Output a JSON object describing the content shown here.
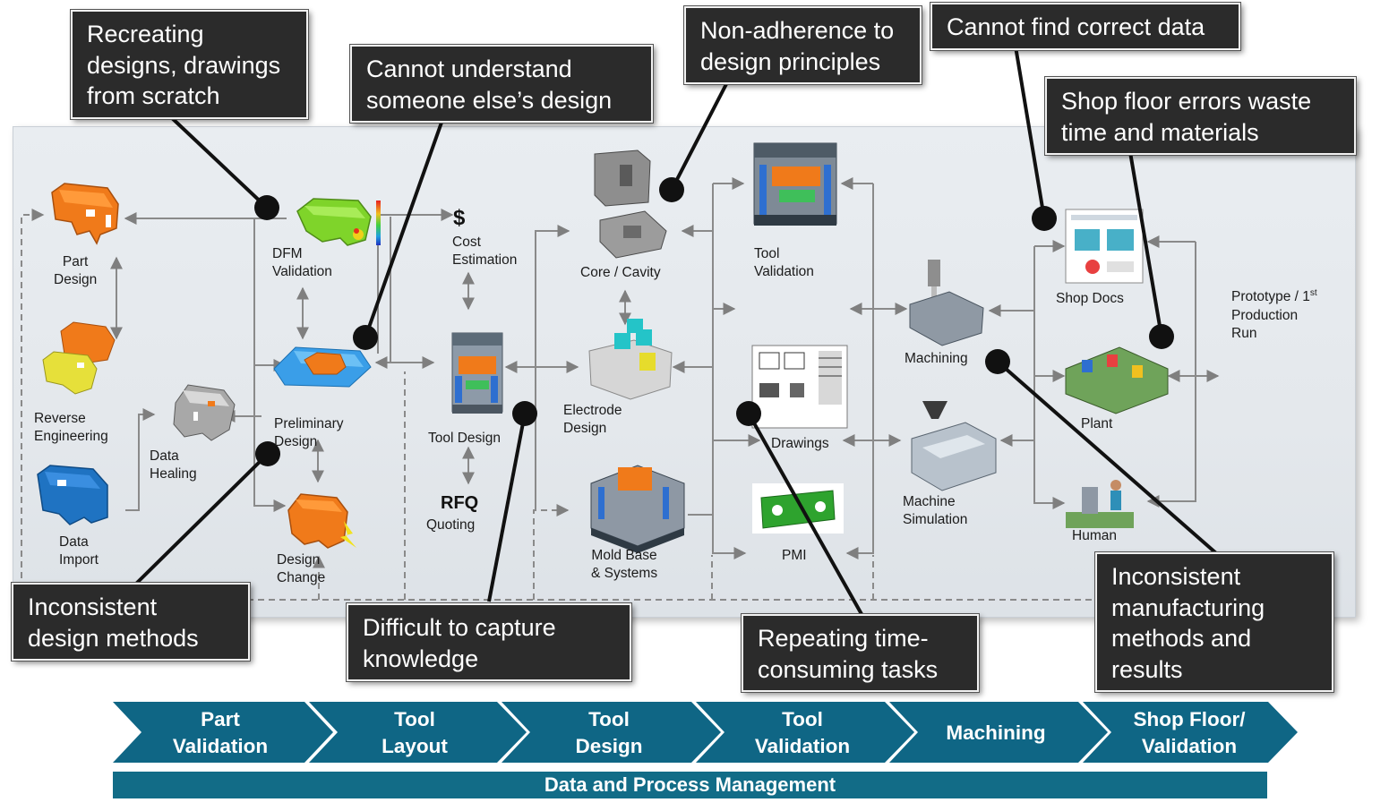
{
  "callouts": {
    "recreating": [
      "Recreating",
      "designs, drawings",
      "from scratch"
    ],
    "understand": [
      "Cannot understand",
      "someone else’s design"
    ],
    "non_adherence": [
      "Non-adherence to",
      "design principles"
    ],
    "find_data": [
      "Cannot find correct data"
    ],
    "shop_errors": [
      "Shop floor errors waste",
      "time and materials"
    ],
    "inconsistent_design": [
      "Inconsistent",
      "design methods"
    ],
    "capture": [
      "Difficult to capture",
      "knowledge"
    ],
    "repeating": [
      "Repeating time-",
      "consuming tasks"
    ],
    "inconsistent_mfg": [
      "Inconsistent",
      "manufacturing",
      "methods and",
      "results"
    ]
  },
  "nodes": {
    "part_design": [
      "Part",
      "Design"
    ],
    "reverse_engineering": [
      "Reverse",
      "Engineering"
    ],
    "data_import": [
      "Data",
      "Import"
    ],
    "data_healing": [
      "Data",
      "Healing"
    ],
    "dfm_validation": [
      "DFM",
      "Validation"
    ],
    "preliminary_design": [
      "Preliminary",
      "Design"
    ],
    "design_change": [
      "Design",
      "Change"
    ],
    "cost_estimation": [
      "Cost",
      "Estimation"
    ],
    "cost_symbol": "$",
    "tool_design": "Tool Design",
    "rfq": "RFQ",
    "quoting": "Quoting",
    "core_cavity": "Core / Cavity",
    "electrode_design": [
      "Electrode",
      "Design"
    ],
    "mold_base": [
      "Mold Base",
      "& Systems"
    ],
    "tool_validation": [
      "Tool",
      "Validation"
    ],
    "drawings": "Drawings",
    "pmi": "PMI",
    "machining": "Machining",
    "machine_simulation": [
      "Machine",
      "Simulation"
    ],
    "shop_docs": "Shop Docs",
    "plant": "Plant",
    "human": "Human",
    "prototype": [
      "Prototype / 1",
      "st",
      "Production",
      "Run"
    ]
  },
  "stages": [
    [
      "Part",
      "Validation"
    ],
    [
      "Tool",
      "Layout"
    ],
    [
      "Tool",
      "Design"
    ],
    [
      "Tool",
      "Validation"
    ],
    [
      "Machining"
    ],
    [
      "Shop Floor/",
      "Validation"
    ]
  ],
  "footer": "Data and Process Management",
  "colors": {
    "callout_bg": "#2b2b2b",
    "chevron": "#0f6685",
    "bar": "#126c87",
    "orange_part": "#f07a1a",
    "yellow_part": "#e6e03a",
    "blue_part": "#1f73c2",
    "green_part": "#7fd42a",
    "connector": "#7f7f7f"
  }
}
